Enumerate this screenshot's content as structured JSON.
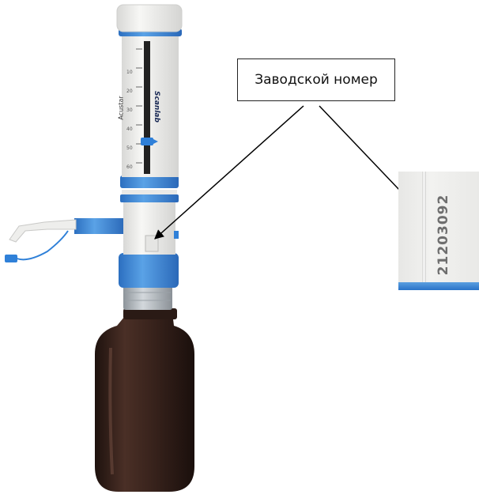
{
  "callout": {
    "label": "Заводской номер"
  },
  "zoom": {
    "serial_number": "21203092"
  },
  "device": {
    "brand": "Scanlab",
    "model_text": "Acustar",
    "scale_ticks": [
      "10",
      "20",
      "30",
      "40",
      "50",
      "60"
    ]
  },
  "colors": {
    "accent_blue": "#2f80d8",
    "body_white": "#f1f1ef",
    "bottle_brown": "#3a2520",
    "cap_gray": "#b8bec4"
  }
}
